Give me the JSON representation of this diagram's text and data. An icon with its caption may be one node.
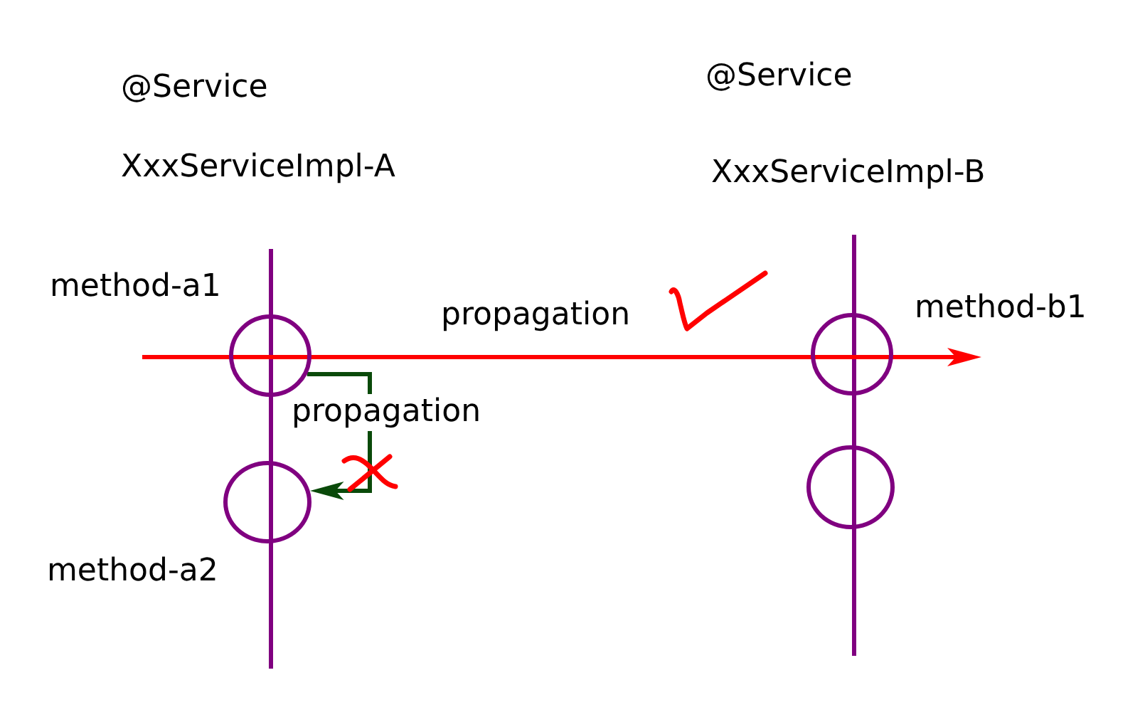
{
  "diagram": {
    "nodes": [
      {
        "text": [],
        "shape": "circle",
        "beside": [
          "method-a1"
        ]
      },
      {
        "text": [],
        "shape": "circle",
        "beside": [
          "method-b1"
        ]
      },
      {
        "text": [],
        "shape": "circle",
        "beside": [
          "method-a2"
        ]
      },
      {
        "text": [],
        "shape": "circle"
      }
    ],
    "edges": [
      {
        "from": 0,
        "to": 1,
        "arrow": "to",
        "label": "propagation",
        "color": "#ff0000"
      },
      {
        "from": 0,
        "to": 2,
        "arrow": "to",
        "label": "propagation",
        "color": "#0a4a0a"
      }
    ],
    "labels": [
      "@Service",
      "@Service",
      "XxxServiceImpl-A",
      "XxxServiceImpl-B"
    ]
  }
}
